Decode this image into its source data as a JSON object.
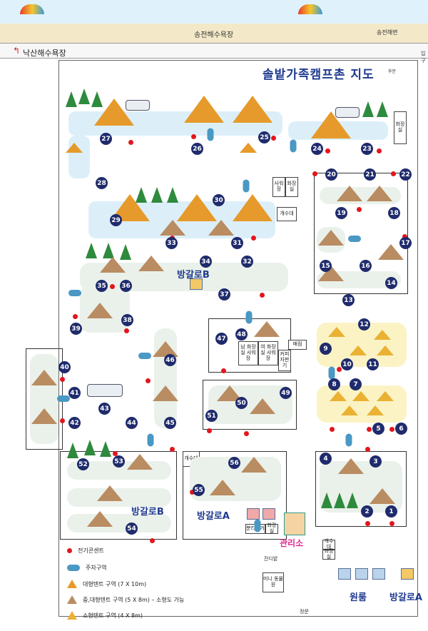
{
  "header": {
    "beach_center": "송전해수욕장",
    "beach_right": "송전해변",
    "road_label": "낙산해수욕장",
    "title": "솔밭가족캠프촌 지도",
    "title_tag": "후문"
  },
  "facilities": {
    "washroom_a": "사워장",
    "washroom_b": "화장실",
    "water_1": "개수대",
    "water_2": "개수대",
    "water_3": "개수대",
    "shop": "매점",
    "men_room": "남 화장실 샤워장",
    "women_room": "여 화장실 샤워장",
    "coffee": "커피 자판기",
    "trash": "분리수거",
    "toilet": "화장실",
    "lawn": "잔디밭",
    "playground": "미니 동물원",
    "main_gate": "정문",
    "right_entrance": "입구"
  },
  "area_labels": {
    "bungalow_b_top": "방갈로B",
    "bungalow_b_bottom": "방갈로B",
    "bungalow_a": "방갈로A",
    "office": "관리소",
    "room": "원룸",
    "bungalow_a_right": "방갈로A"
  },
  "sites": [
    "1",
    "2",
    "3",
    "4",
    "5",
    "6",
    "7",
    "8",
    "9",
    "10",
    "11",
    "12",
    "13",
    "14",
    "15",
    "16",
    "17",
    "18",
    "19",
    "20",
    "21",
    "22",
    "23",
    "24",
    "25",
    "26",
    "27",
    "28",
    "29",
    "30",
    "31",
    "32",
    "33",
    "34",
    "35",
    "36",
    "37",
    "38",
    "39",
    "40",
    "41",
    "42",
    "43",
    "44",
    "45",
    "46",
    "47",
    "48",
    "49",
    "50",
    "51",
    "52",
    "53",
    "54",
    "55",
    "56"
  ],
  "legend": {
    "outlet": "전기콘센트",
    "parking": "주차구역",
    "large_tent": "대형텐트 구역 (7 X 10m)",
    "medium_tent": "중,대형텐트 구역 (5 X 8m) – 소형도 가능",
    "small_tent": "소형텐트 구역 (4 X 8m)"
  },
  "colors": {
    "site_marker": "#1f2b6c",
    "outlet": "#e3161d",
    "large_tent": "#e69a2b",
    "medium_tent": "#b98c62",
    "small_tent": "#eab133",
    "title": "#1f3a8f",
    "office": "#e0288d"
  }
}
